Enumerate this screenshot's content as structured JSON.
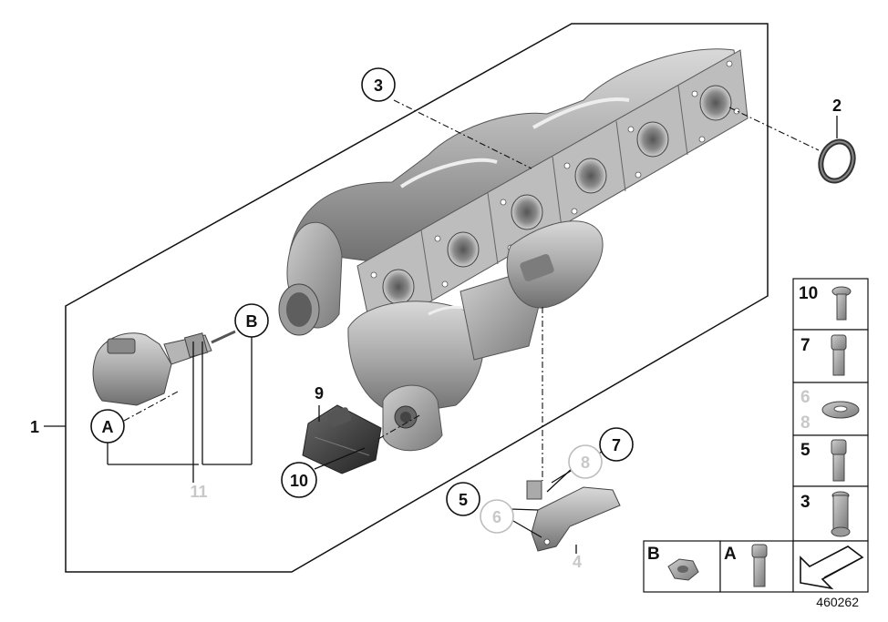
{
  "diagram_id": "460262",
  "callouts": {
    "c1": "1",
    "c2": "2",
    "c3": "3",
    "c4": "4",
    "c5": "5",
    "c6": "6",
    "c7": "7",
    "c8": "8",
    "c9": "9",
    "c10": "10",
    "c11": "11",
    "cA": "A",
    "cB": "B"
  },
  "legend": {
    "n10": "10",
    "n7": "7",
    "n6": "6",
    "n8": "8",
    "n5": "5",
    "n3": "3",
    "nB": "B",
    "nA": "A"
  },
  "colors": {
    "line": "#111111",
    "grey_label": "#c8c8c8",
    "part_grey": "#9a9a9a",
    "part_dark": "#4a4a4a"
  }
}
